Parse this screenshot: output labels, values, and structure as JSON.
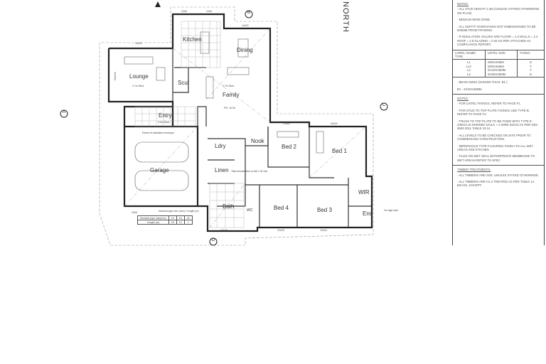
{
  "plan": {
    "north_label": "NORTH",
    "rooms": {
      "lounge": "Lounge",
      "kitchen": "Kitchen",
      "dining": "Dining",
      "family": "Family",
      "scul": "Scul",
      "entry": "Entry",
      "garage": "Garage",
      "ldry": "Ldry",
      "nook": "Nook",
      "linen": "Linen",
      "bath": "Bath",
      "wc": "WC",
      "bed1": "Bed 1",
      "bed2": "Bed 2",
      "bed3": "Bed 3",
      "bed4": "Bed 4",
      "wir": "WIR",
      "ens": "Ens"
    },
    "annotations": {
      "lounge_stud": "2.7m Stud",
      "family_stud": "2.7m Stud",
      "entry_stud": "3.0m Stud",
      "ffl": "FFL 10.25",
      "insulation": "Extent of insulation envelope",
      "tiled_shower": "Tiled shower floor to fall 1:40 min",
      "high_wall": "2m high wall",
      "gas_fire": "Gas fire",
      "dim_14x24": "14x24",
      "dim_12x8a": "12x8",
      "dim_12x8b": "12x8",
      "dim_14x22": "14x22",
      "dim_12x18a": "12x18",
      "dim_20x24": "20x24",
      "dim_10x18": "10x18",
      "dim_12x18b": "12x18",
      "dim_12x18c": "12x18",
      "dim_20x8": "20x8",
      "sections": [
        "A",
        "B",
        "C",
        "D"
      ]
    },
    "pipe_table": {
      "caption": "Nominal pipe size (mm) / Length (m)",
      "rows": [
        {
          "label": "Nominal pipe size(mm)",
          "values": [
            "10",
            "15",
            "20"
          ]
        },
        {
          "label": "Length (m)",
          "values": [
            "20",
            "12",
            "7"
          ]
        }
      ]
    }
  },
  "notes": {
    "heading": "NOTES:",
    "items": [
      "- ALL STUD HEIGHT 2.4m (UNLESS STATED OTHERWISE ON PLAN)",
      "- MEDIUM WIND ZONE.",
      "- ALL SOFFIT OVERHANGS NOT DIMENSIONED TO BE 600mm FROM FRAMING.",
      "- R INSULATION VALUES ARE FLOOR = 1.3 WALLS = 2.2 ROOF = 2.8 GLAZING = 0.26 AS PER ATTACHED H1 COMPLIANCE REPORT."
    ],
    "lintel_table": {
      "headers": [
        "Lintel Name/ type",
        "Lintel Size",
        "Fixing"
      ],
      "names": "L1\nL1a\nL2\nL3",
      "sizes": "2/90x45mm\n2/90x45mm\n2/140x45mm\n2/190x45mm",
      "fixings": "E\nF\nF\nE"
    },
    "beam_note": "- BEAM SIZES (SHOWN THUS: B1 )",
    "beam_value": "B1 - 2/140x45mm",
    "heading2": "NOTES:",
    "items2": [
      "- FOR LINTEL FIXINGS, REFER TO PAGE F1.",
      "- FOR STUD TO TOP PLATE FIXINGS USE TYPE B, REFER TO PAGE F2",
      "- TRUSS TO TOP PLATE TO BE FIXED WITH TYPE E - 2/90x3.15 SKEWED NAILS + 2 WIRE DOGS AS PER NZS 3604:2011 TABLE 10.14.",
      "- ALL LEVELS TO BE CHECKED ON SITE PRIOR TO COMMENCING CONSTRUCTION.",
      "- IMPERVIOUS TYPE FLOORING FINISH TO ALL WET AREAS AND KITCHEN",
      "- TILES ON WET SEAL WATERPROOF MEMBRANE TO WET AREAS-REFER TO SPEC"
    ],
    "timber_heading": "TIMBER TREATMENTS:",
    "timber_items": [
      "- ALL TIMBERS ARE SG8, UNLESS STATED OTHERWISE.",
      "- ALL TIMBERS ARE H1.2 TREATED AS PER TABLE 1A B2/AS1, EXCEPT:"
    ]
  }
}
